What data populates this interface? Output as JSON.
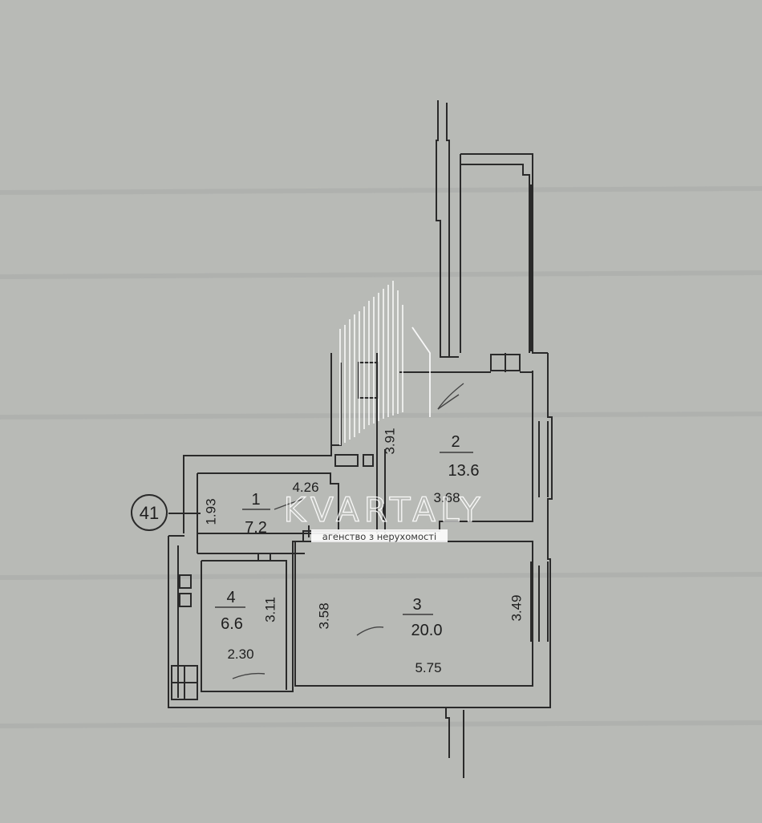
{
  "plan": {
    "apartment_number": "41",
    "rooms": [
      {
        "number": "1",
        "area": "7.2"
      },
      {
        "number": "2",
        "area": "13.6"
      },
      {
        "number": "3",
        "area": "20.0"
      },
      {
        "number": "4",
        "area": "6.6"
      }
    ],
    "dimensions": {
      "room1_width": "4.26",
      "room1_height": "1.93",
      "room2_width": "3.68",
      "room2_height": "3.91",
      "room3_left": "3.58",
      "room3_right": "3.49",
      "room3_bottom": "5.75",
      "room4_height": "3.11",
      "room4_width": "2.30"
    }
  },
  "watermark": {
    "brand": "KVARTALY",
    "tagline": "агенство з нерухомості"
  },
  "colors": {
    "background": "#b8bab6",
    "walls": "#2a2a2a",
    "watermark": "#ffffff"
  }
}
